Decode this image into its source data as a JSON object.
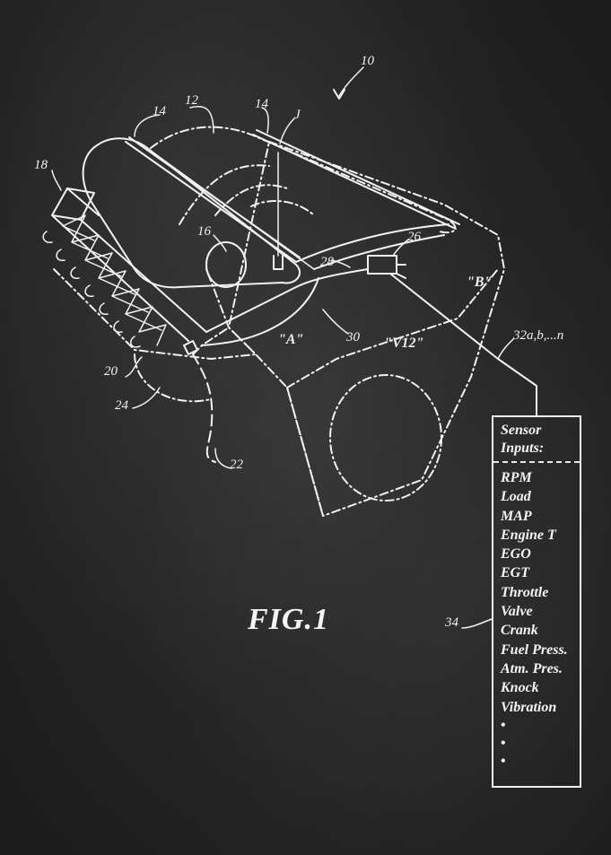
{
  "figure": {
    "title": "FIG.1"
  },
  "labels": {
    "l10": "10",
    "l12": "12",
    "l14a": "14",
    "l14b": "14",
    "lJ": "J",
    "l16": "16",
    "l18": "18",
    "l20": "20",
    "l22": "22",
    "l24": "24",
    "l26": "26",
    "l28": "28",
    "l30": "30",
    "l32": "32a,b,...n",
    "l34": "34",
    "regionA": "\"A\"",
    "regionB": "\"B\"",
    "engine": "\"V12\""
  },
  "sensor_box": {
    "heading_line1": "Sensor",
    "heading_line2": "Inputs:",
    "items": [
      "RPM",
      "Load",
      "MAP",
      "Engine T",
      "EGO",
      "EGT",
      "Throttle",
      "Valve",
      "Crank",
      "Fuel Press.",
      "Atm. Pres.",
      "Knock",
      "Vibration"
    ],
    "continuation": [
      "•",
      "•",
      "•"
    ]
  },
  "colors": {
    "chalkboard": "#262626",
    "chalk": "#f2f2f2"
  }
}
